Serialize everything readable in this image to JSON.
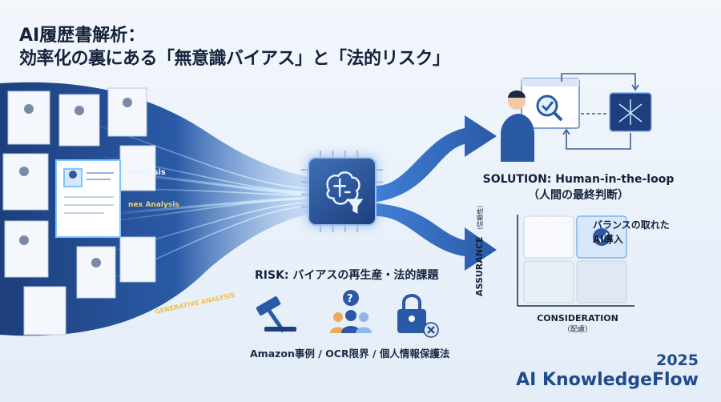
{
  "title": {
    "line1": "AI履歴書解析：",
    "line2": "効率化の裏にある「無意識バイアス」と「法的リスク」"
  },
  "flow": {
    "doc_labels": [
      "Analysis",
      "nex Analysis",
      "GENERATIVE ANALYSIS"
    ]
  },
  "center": {
    "icon": "brain-filter-chip-icon"
  },
  "solution": {
    "label_line1": "SOLUTION: Human-in-the-loop",
    "label_line2": "（人間の最終判断）"
  },
  "risk": {
    "label": "RISK: バイアスの再生産・法的課題",
    "icons": [
      "gavel-icon",
      "people-question-icon",
      "lock-error-icon"
    ],
    "footer": "Amazon事例 / OCR限界 / 個人情報保護法"
  },
  "matrix": {
    "balance_line1": "バランスの取れた",
    "balance_line2": "AI導入",
    "y_axis": "ASSURANCE",
    "y_axis_sub": "（信頼性）",
    "x_axis": "CONSIDERATION",
    "x_axis_sub": "（配慮）"
  },
  "brand": {
    "year": "2025",
    "name": "AI KnowledgeFlow"
  },
  "colors": {
    "primary": "#1f4a8c",
    "accent": "#3f7fd6",
    "glow": "#9fd0ff"
  }
}
